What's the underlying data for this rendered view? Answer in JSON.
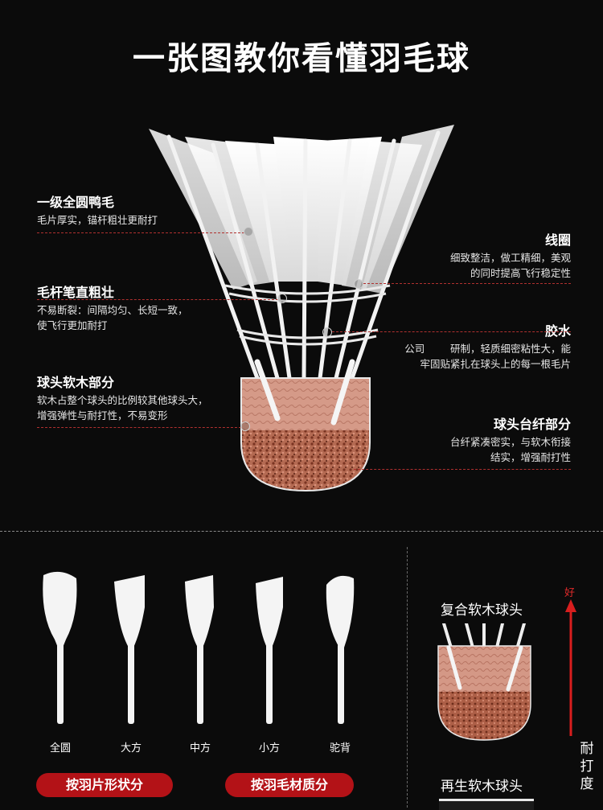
{
  "title": "一张图教你看懂羽毛球",
  "features": {
    "feather": {
      "title": "一级全圆鸭毛",
      "desc": "毛片厚实，锚杆粗壮更耐打"
    },
    "shaft": {
      "title": "毛杆笔直粗壮",
      "desc1": "不易断裂：间隔均匀、长短一致，",
      "desc2": "使飞行更加耐打"
    },
    "cork": {
      "title": "球头软木部分",
      "desc1": "软木占整个球头的比例较其他球头大，",
      "desc2": "增强弹性与耐打性，不易变形"
    },
    "thread": {
      "title": "线圈",
      "desc1": "细致整洁，做工精细，美观",
      "desc2": "的同时提高飞行稳定性"
    },
    "glue": {
      "title": "胶水",
      "desc1": "公司        研制，轻质细密粘性大，能",
      "desc2": "牢固贴紧扎在球头上的每一根毛片"
    },
    "base": {
      "title": "球头台纤部分",
      "desc1": "台纤紧凑密实，与软木衔接",
      "desc2": "结实，增强耐打性"
    }
  },
  "feather_shapes": [
    "全圆",
    "大方",
    "中方",
    "小方",
    "驼背"
  ],
  "buttons": {
    "by_shape": "按羽片形状分",
    "by_material": "按羽毛材质分"
  },
  "cork_types": {
    "composite": "复合软木球头",
    "recycled": "再生软木球头"
  },
  "scale": {
    "good": "好",
    "durability": [
      "耐",
      "打",
      "度"
    ]
  },
  "colors": {
    "accent": "#b31217",
    "background": "#0b0b0b",
    "arrow": "#d81e1e"
  }
}
